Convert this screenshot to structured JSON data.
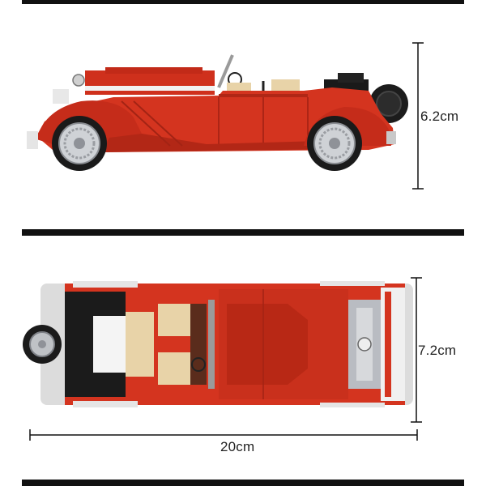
{
  "dimensions": {
    "height_label": "6.2cm",
    "width_label": "7.2cm",
    "length_label": "20cm"
  },
  "views": {
    "side": "side-view",
    "top": "top-view"
  },
  "colors": {
    "body_red": "#d4341f",
    "dark_red": "#a82314",
    "tan": "#e8d3a8",
    "black": "#1a1a1a",
    "chrome": "#b9bcc2"
  }
}
